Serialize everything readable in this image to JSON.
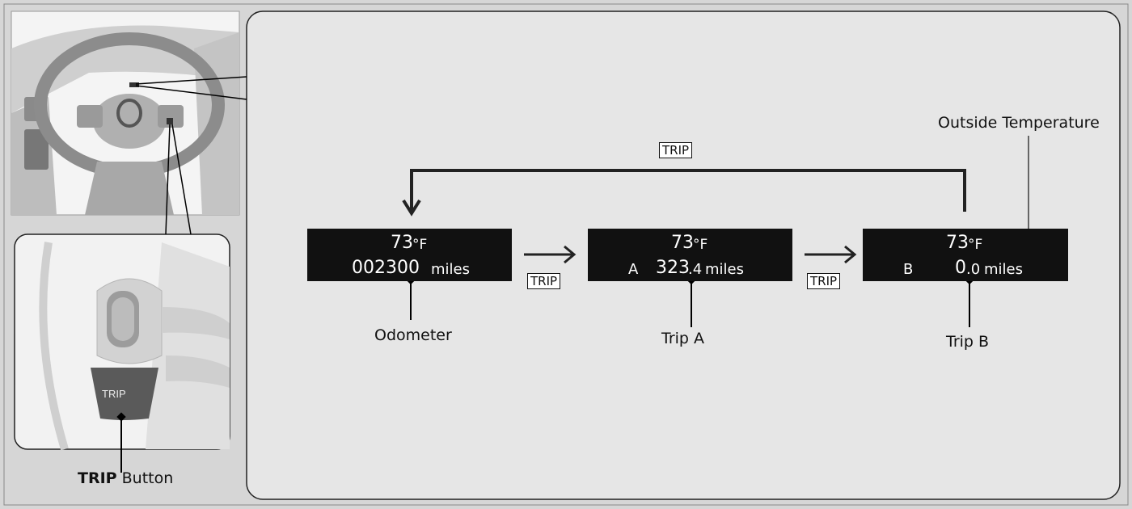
{
  "button_label": "TRIP",
  "thumbnail": {
    "button_text": "TRIP",
    "caption_bold": "TRIP",
    "caption_rest": " Button"
  },
  "displays": [
    {
      "temp": "73",
      "unit": "°F",
      "prefix": "",
      "value_main": "002300",
      "value_dec": "",
      "value_unit": "miles",
      "caption": "Odometer"
    },
    {
      "temp": "73",
      "unit": "°F",
      "prefix": "A",
      "value_main": "323",
      "value_dec": ".4",
      "value_unit": "miles",
      "caption": "Trip A"
    },
    {
      "temp": "73",
      "unit": "°F",
      "prefix": "B",
      "value_main": "0",
      "value_dec": ".0",
      "value_unit": "miles",
      "caption": "Trip B"
    }
  ],
  "callouts": {
    "outside_temp": "Outside Temperature"
  }
}
